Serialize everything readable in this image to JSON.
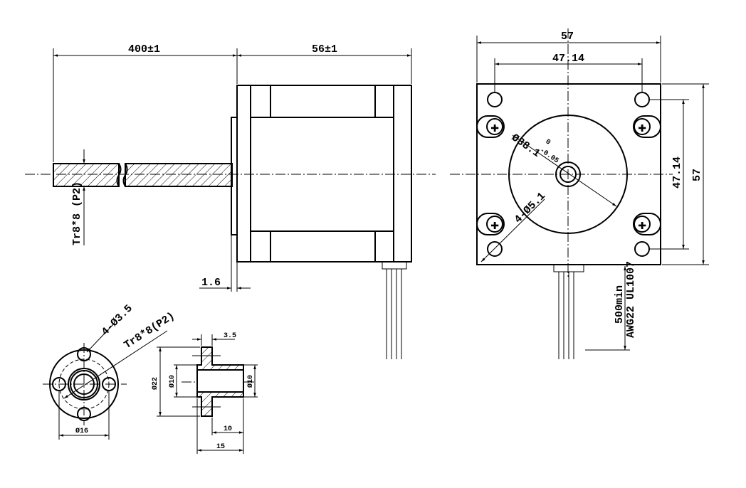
{
  "side_view": {
    "shaft_length": "400±1",
    "body_length": "56±1",
    "flange_thickness": "1.6",
    "thread_spec": "Tr8*8 (P2)"
  },
  "front_view": {
    "width": "57",
    "hole_spacing": "47.14",
    "height": "57",
    "hole_spacing_vertical": "47.14",
    "pilot_diameter": "Ø38.1",
    "pilot_tol_upper": "0",
    "pilot_tol_lower": "-0.05",
    "mount_holes": "4-Ø5.1",
    "wire_length": "500min",
    "wire_spec": "AWG22 UL1007"
  },
  "nut_front": {
    "holes": "4-Ø3.5",
    "thread_spec": "Tr8*8(P2)",
    "hole_circle": "Ø16"
  },
  "nut_side": {
    "flange_thickness": "3.5",
    "flange_diameter": "Ø22",
    "bore_left": "Ø10",
    "bore_right": "Ø10",
    "barrel_length": "10",
    "total_length": "15"
  }
}
